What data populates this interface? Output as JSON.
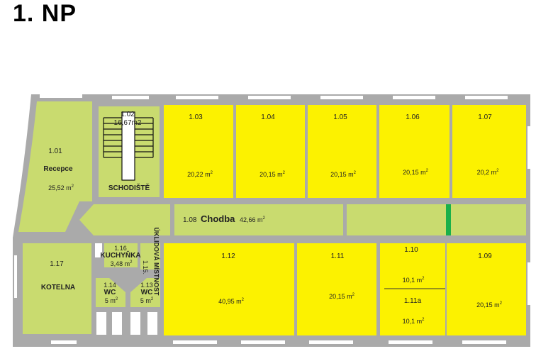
{
  "title": "1. NP",
  "colors": {
    "yellow": "#fcf200",
    "green": "#c9db6f",
    "wall": "#aaaaaa",
    "marker": "#1ab04a"
  },
  "unit": "m",
  "rooms": {
    "r101": {
      "number": "1.01",
      "name": "Recepce",
      "area": "25,52 m"
    },
    "r102": {
      "number": "1.02",
      "area": "16,67m2",
      "name": "SCHODIŠTĚ"
    },
    "r103": {
      "number": "1.03",
      "area": "20,22 m"
    },
    "r104": {
      "number": "1.04",
      "area": "20,15 m"
    },
    "r105": {
      "number": "1.05",
      "area": "20,15 m"
    },
    "r106": {
      "number": "1.06",
      "area": "20,15 m"
    },
    "r107": {
      "number": "1.07",
      "area": "20,2 m"
    },
    "r108": {
      "number": "1.08",
      "name": "Chodba",
      "area": "42,66 m"
    },
    "r109": {
      "number": "1.09",
      "area": "20,15 m"
    },
    "r110": {
      "number": "1.10",
      "area": "10,1 m"
    },
    "r111a": {
      "number": "1.11a",
      "area": "10,1 m"
    },
    "r111": {
      "number": "1.11",
      "area": "20,15 m"
    },
    "r112": {
      "number": "1.12",
      "area": "40,95 m"
    },
    "r113": {
      "number": "1.13",
      "name": "WC",
      "area": "5 m"
    },
    "r114": {
      "number": "1.14",
      "name": "WC",
      "area": "5 m"
    },
    "r115": {
      "number": "1.15.",
      "name": "ÚKLIDOVÁ MÍSTNOST"
    },
    "r116": {
      "number": "1.16",
      "name": "KUCHYŇKA",
      "area": "3,48 m"
    },
    "r117": {
      "number": "1.17",
      "name": "KOTELNA"
    }
  }
}
